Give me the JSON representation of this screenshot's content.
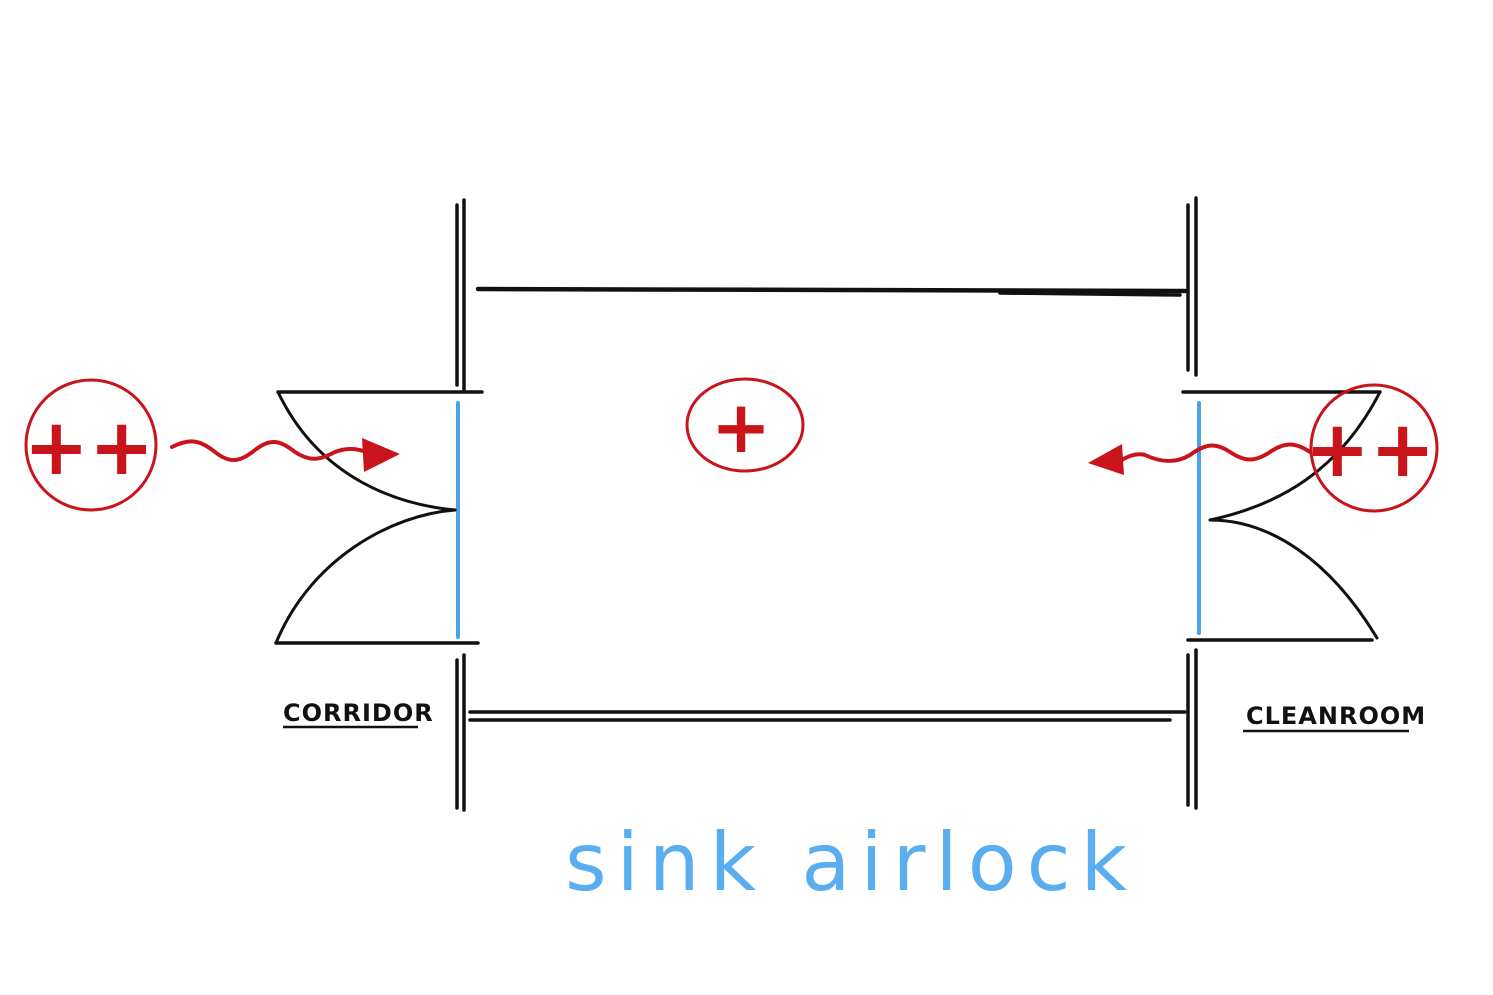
{
  "labels": {
    "left_room": "CORRIDOR",
    "right_room": "CLEANROOM",
    "airlock_pressure": "+",
    "corridor_pressure": "++",
    "cleanroom_pressure": "++",
    "caption": "sink airlock"
  },
  "colors": {
    "pressure_marks": "#c8141a",
    "door_leaf": "#4aa3ea",
    "caption": "#5aaef0",
    "walls": "#111111"
  }
}
